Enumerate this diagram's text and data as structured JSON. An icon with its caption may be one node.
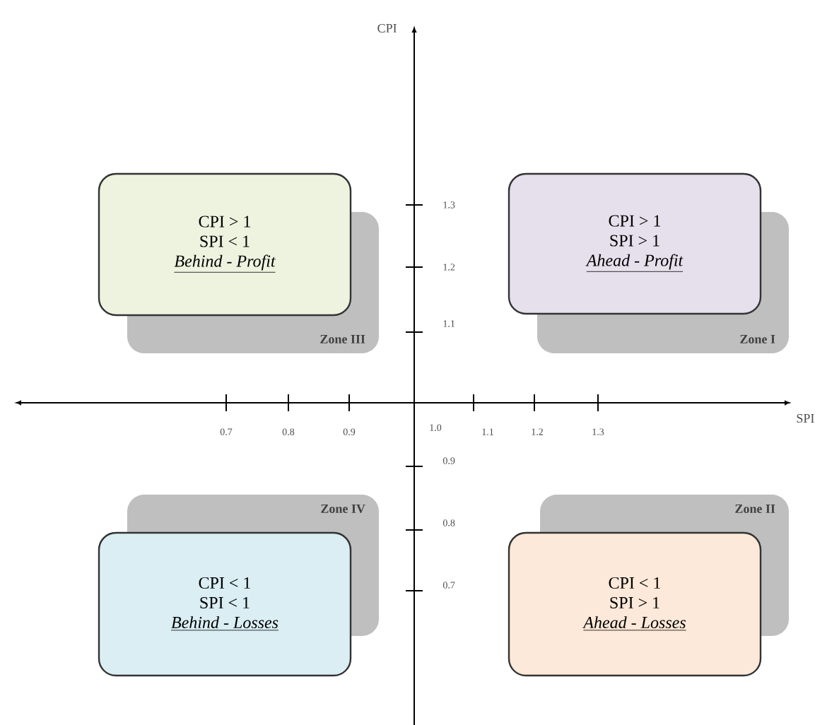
{
  "diagram": {
    "nodes": [
      {
        "text": [
          "CPI > 1",
          "SPI < 1",
          "Behind - Profit"
        ],
        "beside": [
          "Zone III"
        ]
      },
      {
        "text": [
          "CPI > 1",
          "SPI > 1",
          "Ahead - Profit"
        ],
        "beside": [
          "Zone I"
        ]
      },
      {
        "text": [
          "CPI < 1",
          "SPI < 1",
          "Behind - Losses"
        ],
        "beside": [
          "Zone IV"
        ]
      },
      {
        "text": [
          "CPI < 1",
          "SPI > 1",
          "Ahead - Losses"
        ],
        "beside": [
          "Zone II"
        ]
      }
    ],
    "edges": [],
    "labels": [
      "CPI",
      "1.3",
      "1.2",
      "1.1",
      "SPI",
      "0.7",
      "0.8",
      "0.9",
      "1.0",
      "1.1",
      "1.2",
      "1.3",
      "0.9",
      "0.8",
      "0.7"
    ]
  }
}
